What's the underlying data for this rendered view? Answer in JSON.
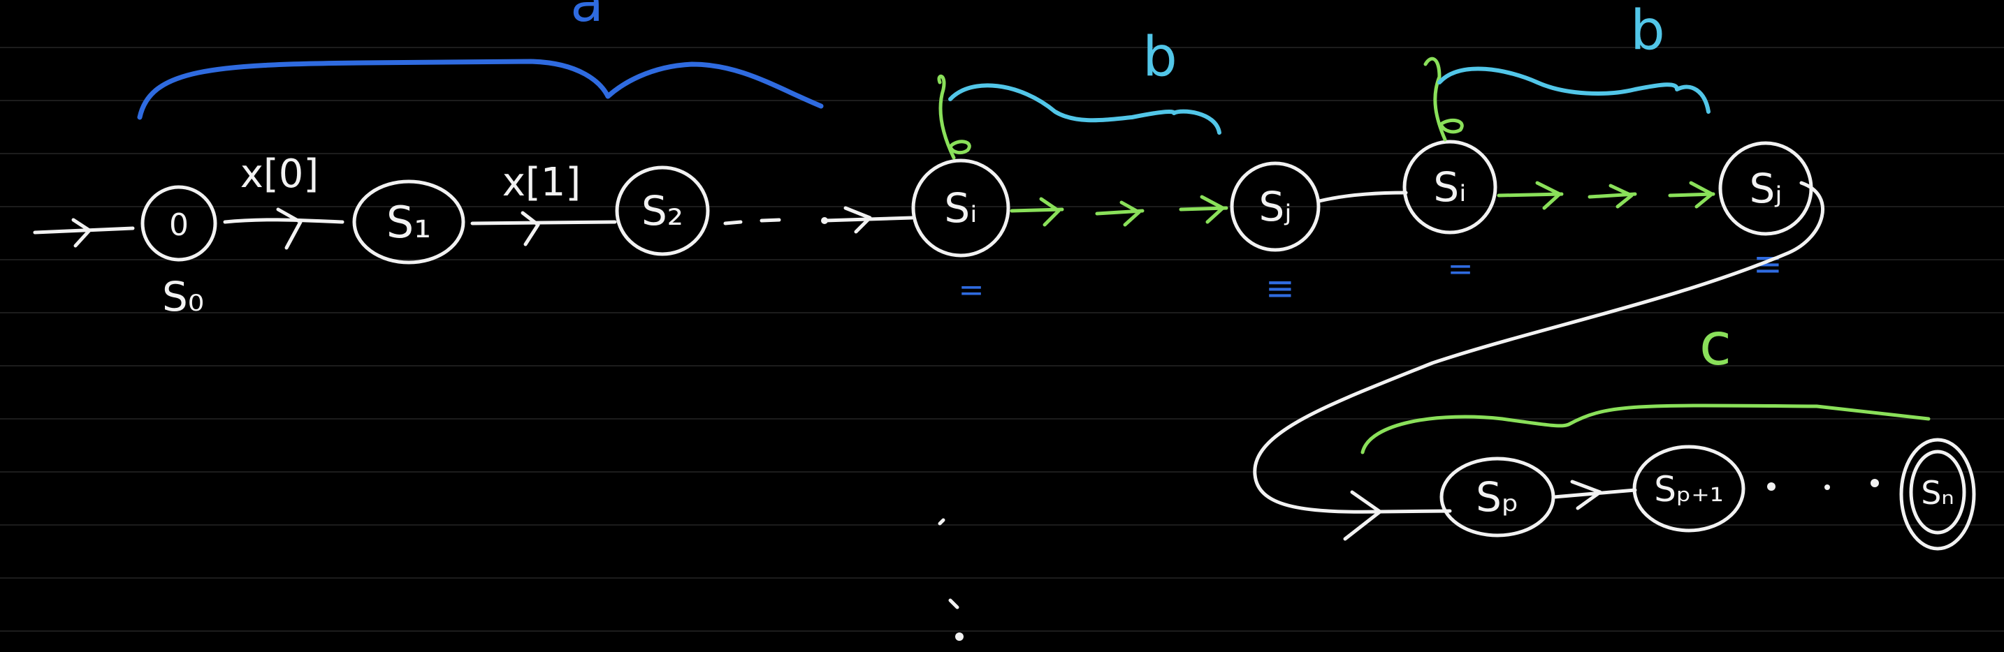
{
  "colors": {
    "background": "#000000",
    "ruled_line": "#1c1c1c",
    "white_ink": "#f2f2f2",
    "green_ink": "#8ae05a",
    "blue_ink": "#2f6be0",
    "cyan_ink": "#52c6e8"
  },
  "braces": {
    "a": "a",
    "b1": "b",
    "b2": "b",
    "c": "c"
  },
  "edges": {
    "x0": "x[0]",
    "x1": "x[1]"
  },
  "states": {
    "start_inner": "0",
    "start_sub": "S₀",
    "s1": "S₁",
    "s2": "S₂",
    "si_1": "Sᵢ",
    "sj_1": "Sⱼ",
    "si_2": "Sᵢ",
    "sj_2": "Sⱼ",
    "sp": "Sₚ",
    "sp1": "Sₚ₊₁",
    "sn": "Sₙ"
  },
  "marks": {
    "single": "=",
    "triple": "≡"
  }
}
